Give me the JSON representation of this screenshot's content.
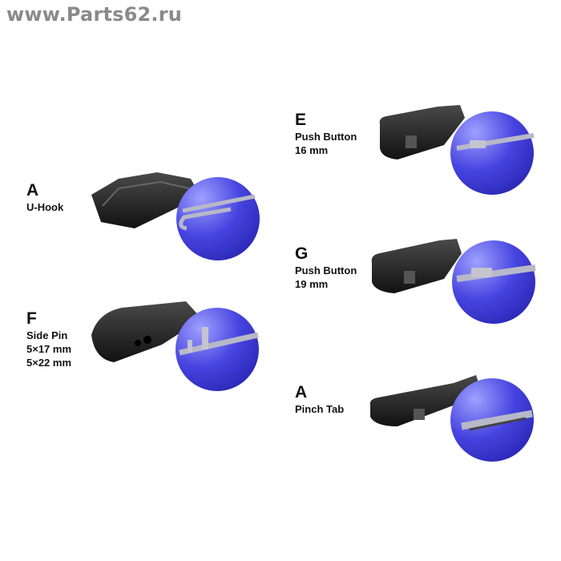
{
  "watermark": "www.Parts62.ru",
  "adapters": [
    {
      "letter": "A",
      "name": "U-Hook"
    },
    {
      "letter": "F",
      "name": "Side Pin",
      "sizes": [
        "5×17 mm",
        "5×22 mm"
      ]
    },
    {
      "letter": "E",
      "name": "Push Button",
      "size": "16 mm"
    },
    {
      "letter": "G",
      "name": "Push Button",
      "size": "19 mm"
    },
    {
      "letter": "A",
      "name": "Pinch Tab"
    }
  ],
  "colors": {
    "circle": "#3f3cd9",
    "plastic": "#222222",
    "metal": "#9a9aa8"
  }
}
